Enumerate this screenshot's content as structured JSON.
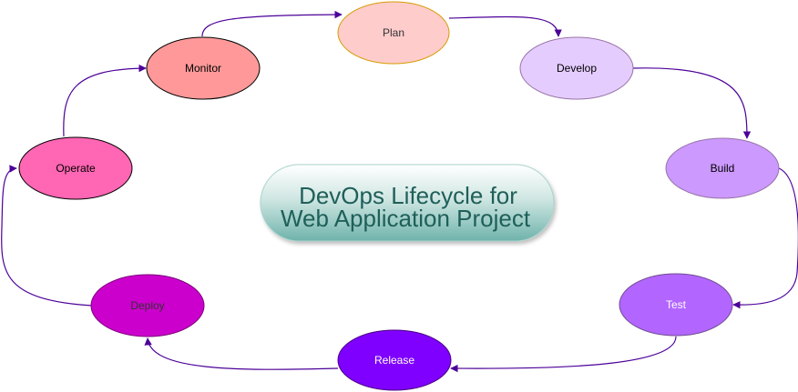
{
  "title": {
    "line1": "DevOps Lifecycle for",
    "line2": "Web Application Project"
  },
  "stages": {
    "plan": {
      "label": "Plan",
      "fill": "#ffcccc",
      "stroke": "#d79b00",
      "text_color": "#333333"
    },
    "develop": {
      "label": "Develop",
      "fill": "#e5ccff",
      "stroke": "#9673a6",
      "text_color": "#000000"
    },
    "build": {
      "label": "Build",
      "fill": "#cc99ff",
      "stroke": "#9673a6",
      "text_color": "#000000"
    },
    "test": {
      "label": "Test",
      "fill": "#b266ff",
      "stroke": "#6f4c8f",
      "text_color": "#ffffff"
    },
    "release": {
      "label": "Release",
      "fill": "#7f00ff",
      "stroke": "#4b0082",
      "text_color": "#ffffff"
    },
    "deploy": {
      "label": "Deploy",
      "fill": "#cc00cc",
      "stroke": "#7a007a",
      "text_color": "#333333"
    },
    "operate": {
      "label": "Operate",
      "fill": "#ff66b3",
      "stroke": "#000000",
      "text_color": "#000000"
    },
    "monitor": {
      "label": "Monitor",
      "fill": "#ff9999",
      "stroke": "#000000",
      "text_color": "#000000"
    }
  },
  "colors": {
    "arrow": "#4c0099",
    "title_fill_top": "#ffffff",
    "title_fill_bottom": "#6fb3ab"
  }
}
